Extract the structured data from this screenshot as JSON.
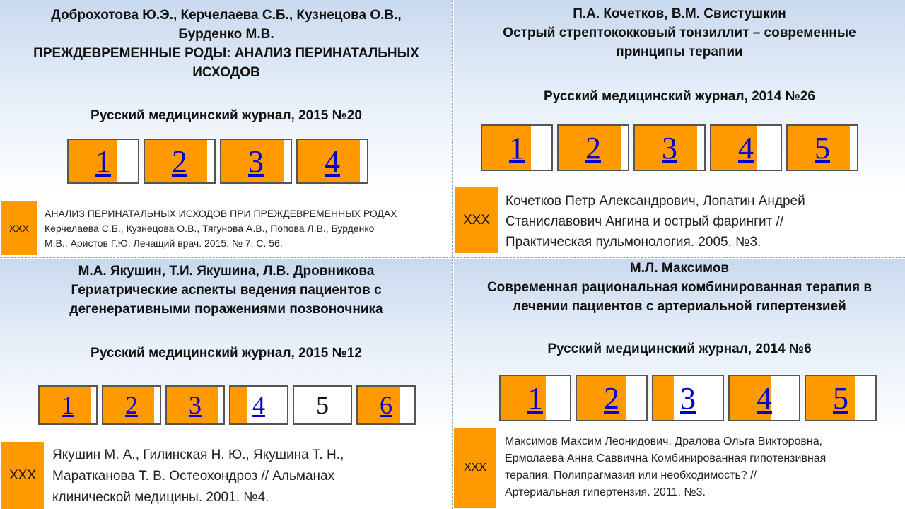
{
  "panels": {
    "top_left": {
      "head_lines": [
        "Доброхотова Ю.Э.,  Керчелаева С.Б., Кузнецова О.В.,",
        "Бурденко М.В.",
        "ПРЕЖДЕВРЕМЕННЫЕ РОДЫ: АНАЛИЗ ПЕРИНАТАЛЬНЫХ",
        "ИСХОДОВ"
      ],
      "journal": "Русский медицинский журнал, 2015 №20",
      "tiles": [
        {
          "label": "1",
          "fill": 0.7,
          "link": true
        },
        {
          "label": "2",
          "fill": 0.9,
          "link": true
        },
        {
          "label": "3",
          "fill": 0.9,
          "link": true
        },
        {
          "label": "4",
          "fill": 0.9,
          "link": true
        }
      ],
      "badge": "XXX",
      "ref_lines": [
        "АНАЛИЗ ПЕРИНАТАЛЬНЫХ ИСХОДОВ ПРИ ПРЕЖДЕВРЕМЕННЫХ РОДАХ",
        "Керчелаева С.Б., Кузнецова О.В., Тягунова А.В., Попова Л.В., Бурденко",
        "М.В., Аристов Г.Ю. Лечащий врач. 2015. № 7. С. 56."
      ]
    },
    "top_right": {
      "head_lines": [
        "П.А. Кочетков, В.М. Свистушкин",
        "Острый стрептококковый тонзиллит – современные",
        "принципы терапии"
      ],
      "journal": "Русский медицинский журнал, 2014 №26",
      "tiles": [
        {
          "label": "1",
          "fill": 0.7,
          "link": true
        },
        {
          "label": "2",
          "fill": 0.9,
          "link": true
        },
        {
          "label": "3",
          "fill": 0.9,
          "link": true
        },
        {
          "label": "4",
          "fill": 0.65,
          "link": true
        },
        {
          "label": "5",
          "fill": 0.9,
          "link": true
        }
      ],
      "badge": "XXX",
      "ref_lines": [
        "Кочетков Петр Александрович, Лопатин Андрей",
        "Станиславович Ангина и острый фарингит //",
        "Практическая пульмонология. 2005. №3."
      ]
    },
    "bottom_left": {
      "head_lines": [
        "М.А. Якушин, Т.И. Якушина, Л.В. Дровникова",
        "Гериатрические аспекты ведения пациентов с",
        "дегенеративными поражениями позвоночника"
      ],
      "journal": "Русский медицинский журнал, 2015 №12",
      "tiles": [
        {
          "label": "1",
          "fill": 0.9,
          "link": true
        },
        {
          "label": "2",
          "fill": 0.9,
          "link": true
        },
        {
          "label": "3",
          "fill": 0.9,
          "link": true
        },
        {
          "label": "4",
          "fill": 0.3,
          "link": true
        },
        {
          "label": "5",
          "fill": 0.0,
          "link": false
        },
        {
          "label": "6",
          "fill": 0.75,
          "link": true
        }
      ],
      "badge": "XXX",
      "ref_lines": [
        "Якушин М. А., Гилинская Н. Ю., Якушина Т. Н.,",
        "Маратканова Т. В. Остеохондроз // Альманах",
        "клинической медицины. 2001. №4."
      ]
    },
    "bottom_right": {
      "head_lines": [
        "М.Л. Максимов",
        "Современная рациональная комбинированная терапия в",
        "лечении пациентов с артериальной гипертензией"
      ],
      "journal": "Русский медицинский журнал, 2014 №6",
      "tiles": [
        {
          "label": "1",
          "fill": 0.65,
          "link": true
        },
        {
          "label": "2",
          "fill": 0.7,
          "link": true
        },
        {
          "label": "3",
          "fill": 0.3,
          "link": true
        },
        {
          "label": "4",
          "fill": 0.6,
          "link": true
        },
        {
          "label": "5",
          "fill": 0.7,
          "link": true
        }
      ],
      "badge": "XXX",
      "ref_lines": [
        "Максимов Максим Леонидович, Дралова Ольга Викторовна,",
        "Ермолаева Анна Саввична Комбинированная гипотензивная",
        "терапия. Полипрагмазия или необходимость? //",
        "Артериальная гипертензия. 2011. №3."
      ]
    }
  },
  "colors": {
    "tile_fill": "#ff9900",
    "link": "#0000cc",
    "header_gradient": "#c9d9ee"
  }
}
